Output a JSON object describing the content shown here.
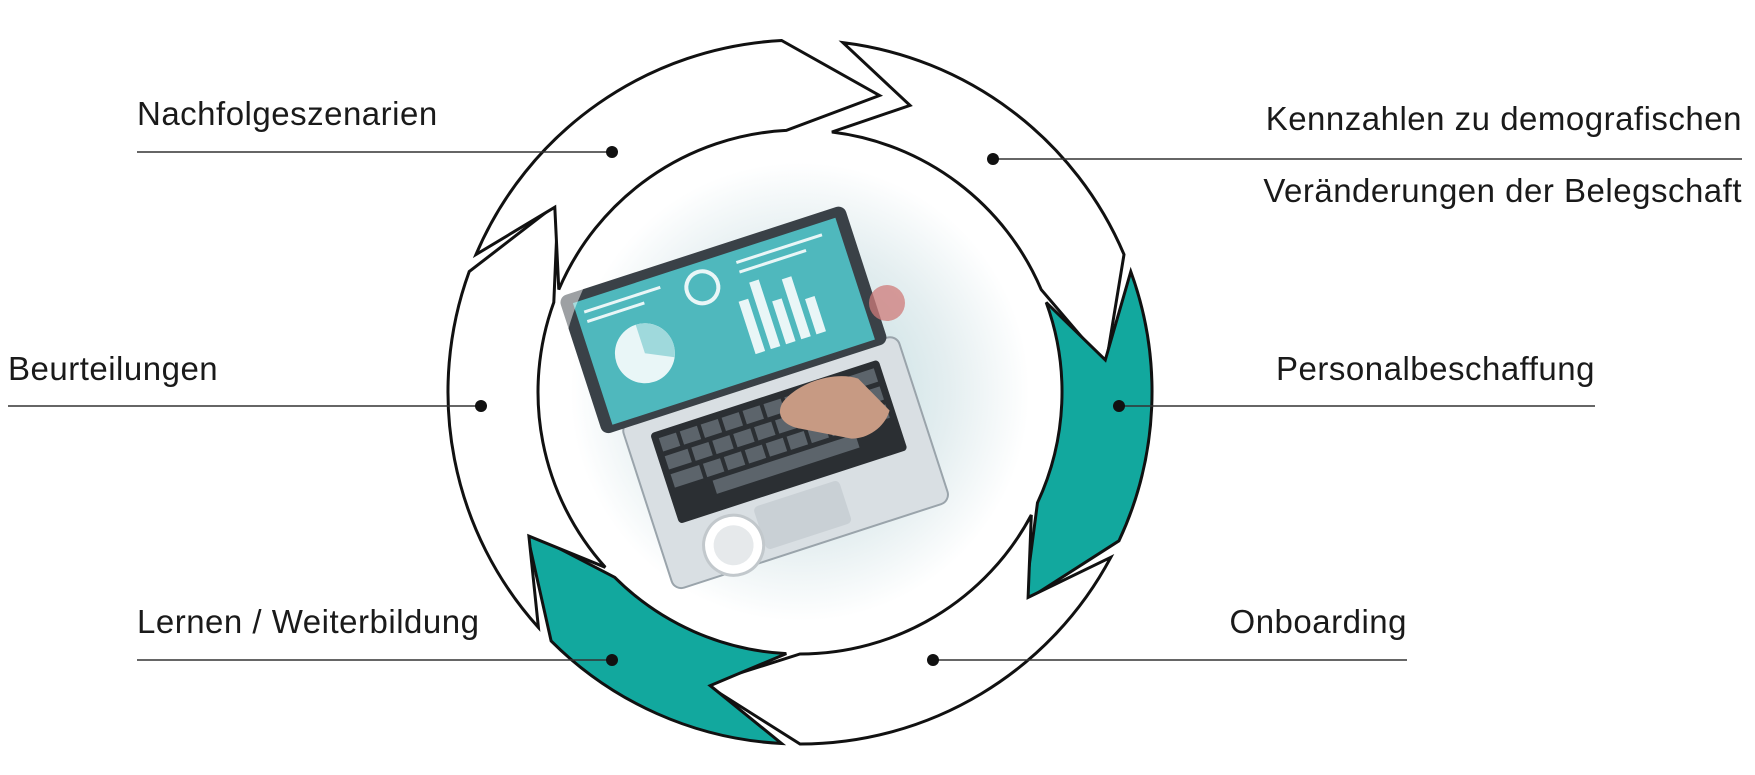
{
  "colors": {
    "accent": "#12a89e",
    "stroke": "#111111",
    "line": "#333333"
  },
  "center_image": {
    "description_icon": "laptop-analytics-photo"
  },
  "labels": {
    "nachfolge": "Nachfolgeszenarien",
    "kennzahlen_line1": "Kennzahlen zu demografischen",
    "kennzahlen_line2": "Veränderungen der Belegschaft",
    "beurteilungen": "Beurteilungen",
    "personal": "Personalbeschaffung",
    "lernen": "Lernen / Weiterbildung",
    "onboarding": "Onboarding"
  }
}
